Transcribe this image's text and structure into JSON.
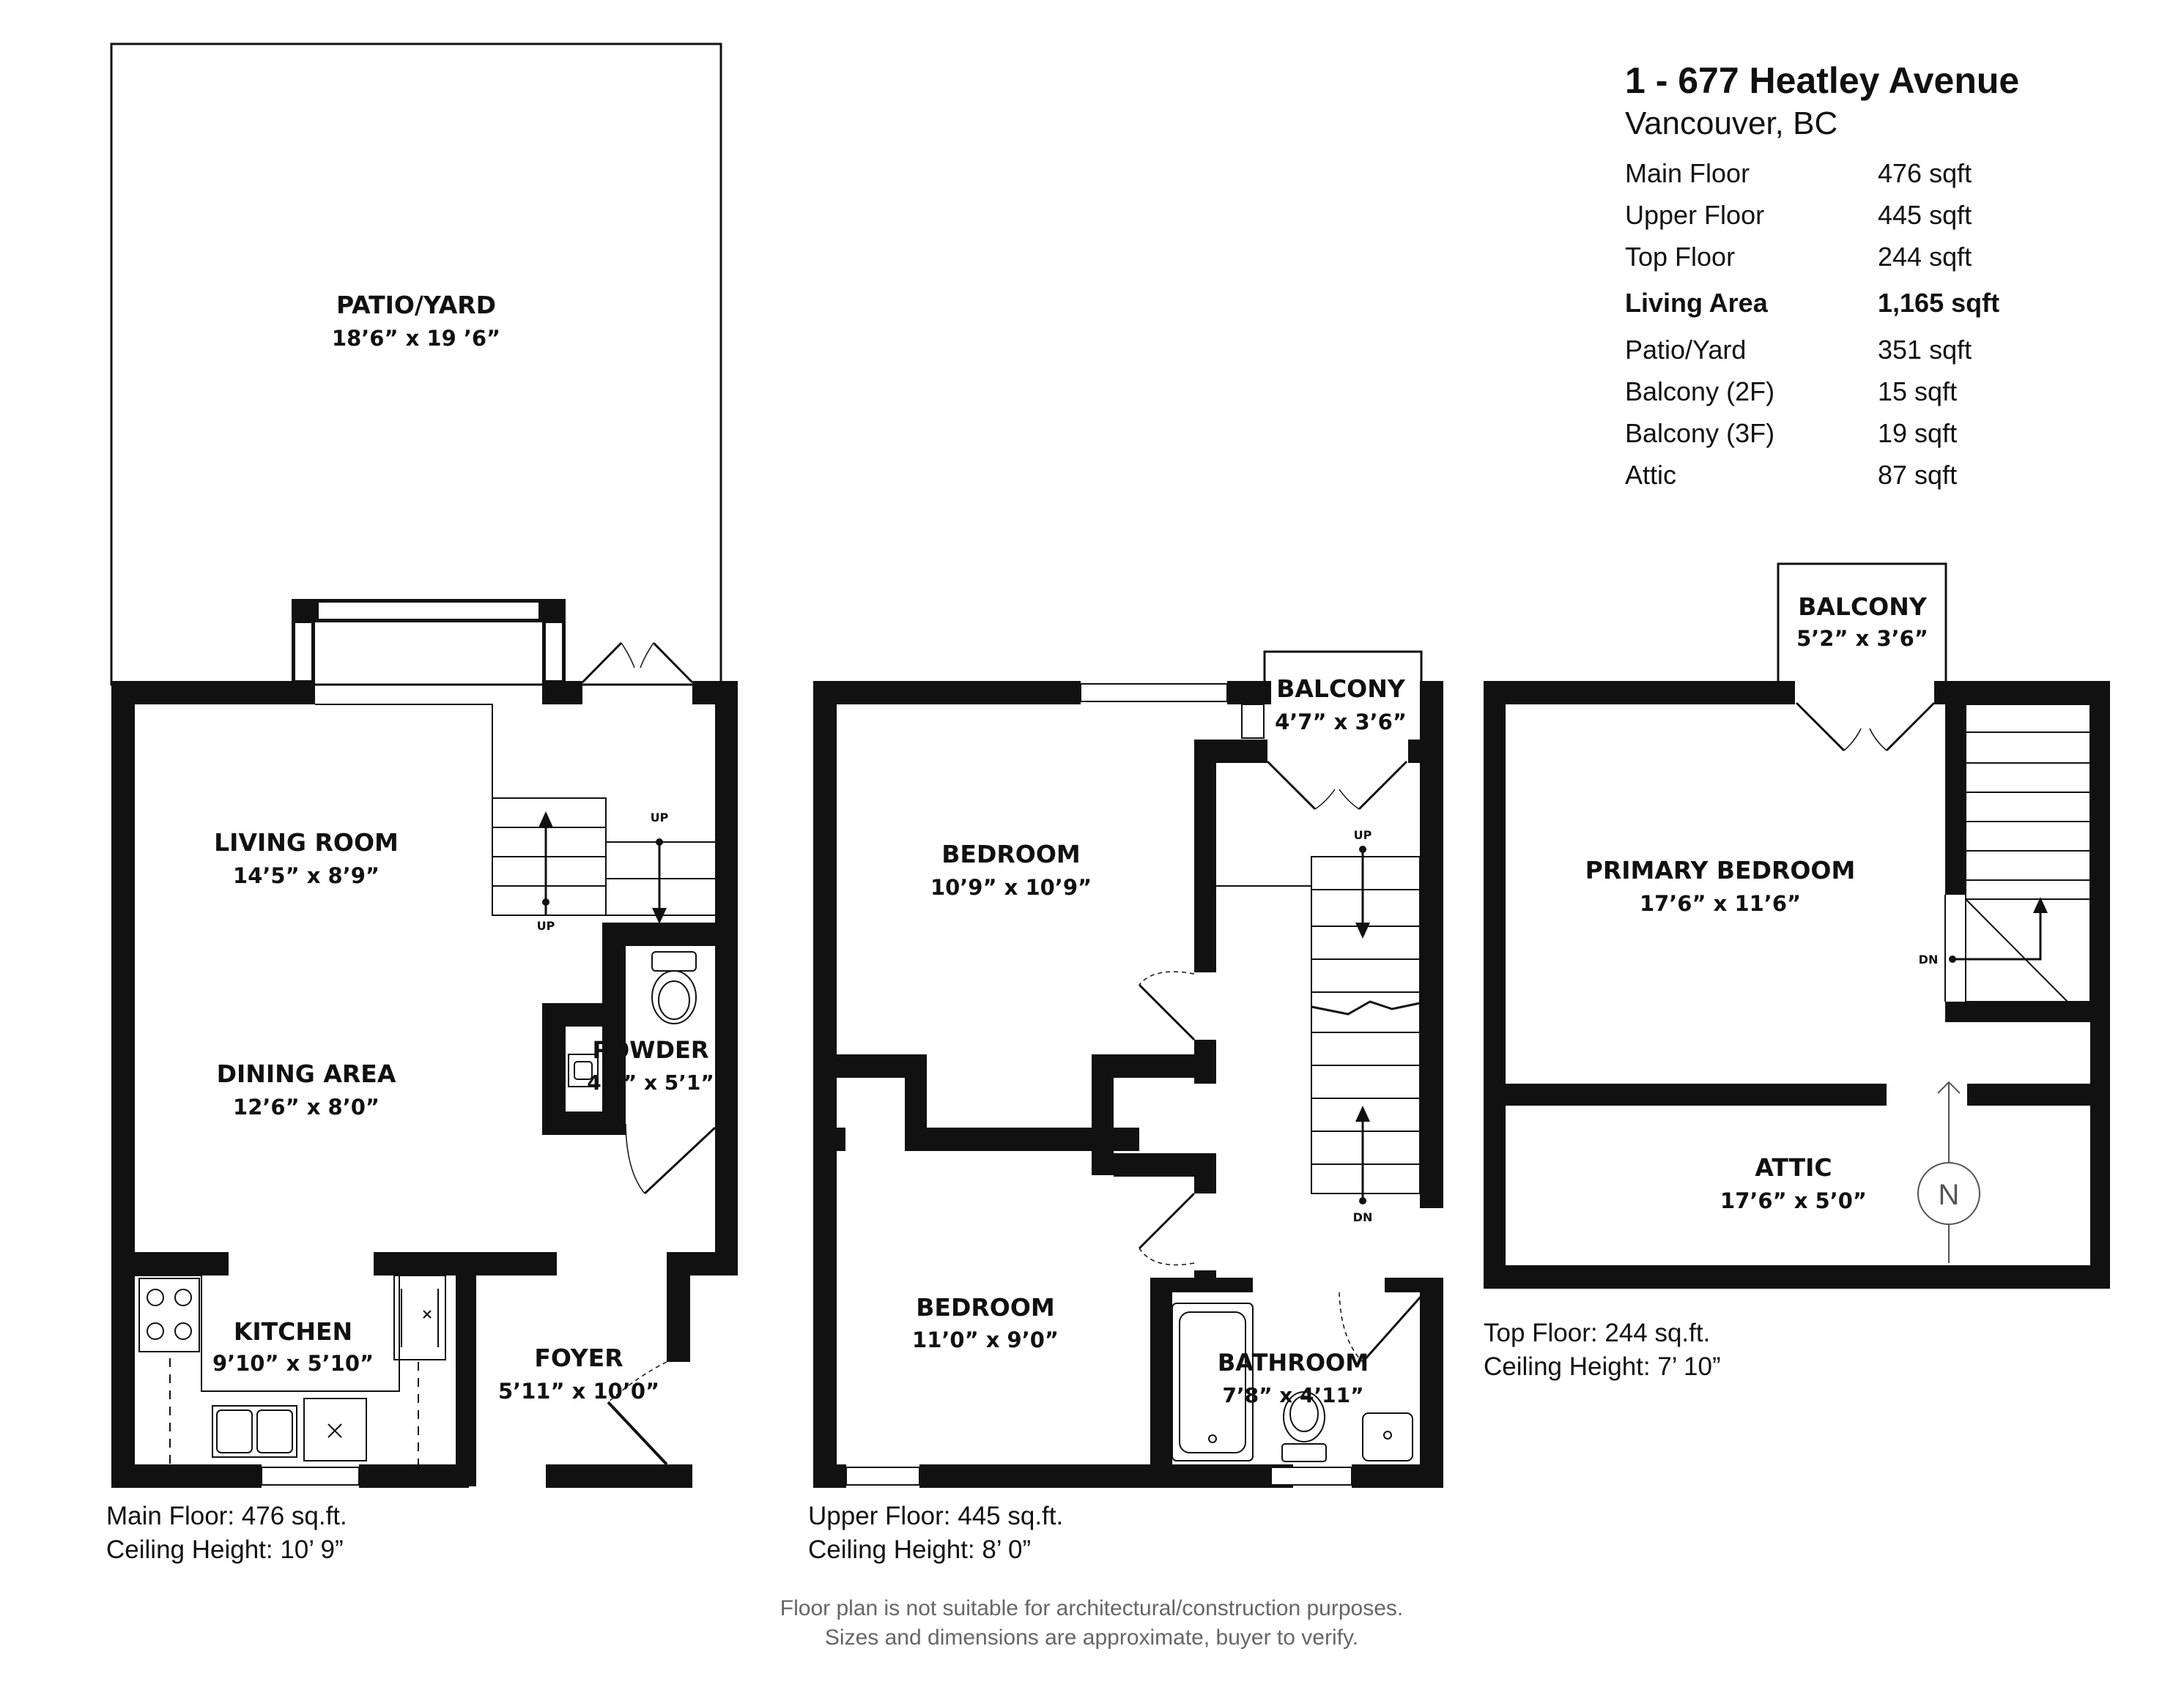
{
  "property": {
    "address": "1 - 677 Heatley Avenue",
    "city": "Vancouver, BC"
  },
  "areas": [
    {
      "label": "Main Floor",
      "value": "476 sqft",
      "bold": false
    },
    {
      "label": "Upper Floor",
      "value": "445 sqft",
      "bold": false
    },
    {
      "label": "Top Floor",
      "value": "244 sqft",
      "bold": false
    },
    {
      "label": "Living Area",
      "value": "1,165 sqft",
      "bold": true
    },
    {
      "label": "Patio/Yard",
      "value": "351 sqft",
      "bold": false
    },
    {
      "label": "Balcony (2F)",
      "value": "15 sqft",
      "bold": false
    },
    {
      "label": "Balcony (3F)",
      "value": "19 sqft",
      "bold": false
    },
    {
      "label": "Attic",
      "value": "87 sqft",
      "bold": false
    }
  ],
  "main_floor": {
    "caption_area": "Main Floor: 476 sq.ft.",
    "caption_height": "Ceiling Height: 10’ 9”",
    "rooms": {
      "patio": {
        "name": "PATIO/YARD",
        "dim": "18’6” x 19 ’6”"
      },
      "living": {
        "name": "LIVING ROOM",
        "dim": "14’5” x 8’9”"
      },
      "dining": {
        "name": "DINING AREA",
        "dim": "12’6” x 8’0”"
      },
      "powder": {
        "name": "POWDER",
        "dim": "4’6” x 5’1”"
      },
      "kitchen": {
        "name": "KITCHEN",
        "dim": "9’10” x 5’10”"
      },
      "foyer": {
        "name": "FOYER",
        "dim": "5’11” x 10’0”"
      }
    },
    "stair_up_1": "UP",
    "stair_up_2": "UP"
  },
  "upper_floor": {
    "caption_area": "Upper Floor: 445 sq.ft.",
    "caption_height": "Ceiling Height: 8’ 0”",
    "rooms": {
      "bedroom1": {
        "name": "BEDROOM",
        "dim": "10’9” x 10’9”"
      },
      "bedroom2": {
        "name": "BEDROOM",
        "dim": "11’0” x 9’0”"
      },
      "balcony": {
        "name": "BALCONY",
        "dim": "4’7” x 3’6”"
      },
      "bathroom": {
        "name": "BATHROOM",
        "dim": "7’8” x 4’11”"
      }
    },
    "stair_up": "UP",
    "stair_dn": "DN"
  },
  "top_floor": {
    "caption_area": "Top Floor: 244 sq.ft.",
    "caption_height": "Ceiling Height: 7’ 10”",
    "rooms": {
      "balcony": {
        "name": "BALCONY",
        "dim": "5’2” x 3’6”"
      },
      "primary": {
        "name": "PRIMARY BEDROOM",
        "dim": "17’6” x 11’6”"
      },
      "attic": {
        "name": "ATTIC",
        "dim": "17’6” x 5’0”"
      }
    },
    "stair_dn": "DN",
    "compass": "N"
  },
  "disclaimer": {
    "line1": "Floor plan is not suitable for architectural/construction purposes.",
    "line2": "Sizes and dimensions are approximate, buyer to verify."
  }
}
